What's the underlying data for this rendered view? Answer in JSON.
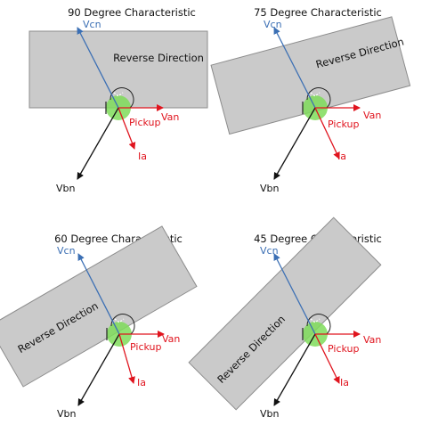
{
  "colors": {
    "region_fill": "#cacaca",
    "region_stroke": "#8c8c8c",
    "van": "#e0141e",
    "ia": "#e0141e",
    "vcn": "#3b6fb4",
    "vbn": "#111111",
    "pickup_fill": "#7fdc5a",
    "arc": "#222222"
  },
  "labels": {
    "van": "Van",
    "vcn": "Vcn",
    "vbn": "Vbn",
    "ia": "Ia",
    "pickup": "Pickup",
    "reverse": "Reverse Direction"
  },
  "panels": [
    {
      "title": "90 Degree Characteristic",
      "characteristic_angle_deg": 90
    },
    {
      "title": "75 Degree Characteristic",
      "characteristic_angle_deg": 75
    },
    {
      "title": "60 Degree Characteristic",
      "characteristic_angle_deg": 60
    },
    {
      "title": "45 Degree Characteristic",
      "characteristic_angle_deg": 45
    }
  ]
}
